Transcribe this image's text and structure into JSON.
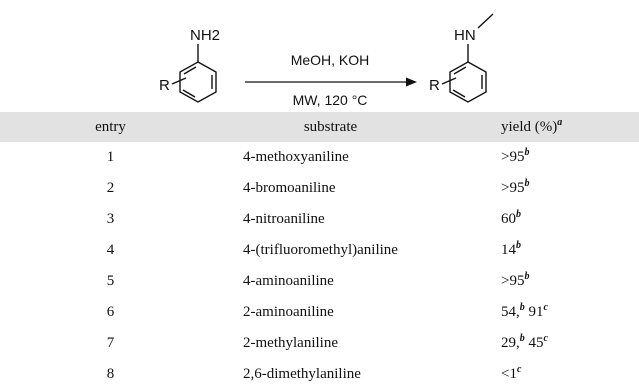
{
  "scheme": {
    "reactant_group": "NH2",
    "reactant_substituent": "R",
    "reagents": "MeOH, KOH",
    "conditions": "MW, 120 °C",
    "product_group": "HN",
    "product_substituent": "R"
  },
  "table": {
    "headers": {
      "entry": "entry",
      "substrate": "substrate",
      "yield": "yield (%)",
      "yield_note": "a"
    },
    "rows": [
      {
        "entry": "1",
        "substrate": "4-methoxyaniline",
        "y1": ">95",
        "n1": "b",
        "y2": "",
        "n2": ""
      },
      {
        "entry": "2",
        "substrate": "4-bromoaniline",
        "y1": ">95",
        "n1": "b",
        "y2": "",
        "n2": ""
      },
      {
        "entry": "3",
        "substrate": "4-nitroaniline",
        "y1": "60",
        "n1": "b",
        "y2": "",
        "n2": ""
      },
      {
        "entry": "4",
        "substrate": "4-(trifluoromethyl)aniline",
        "y1": "14",
        "n1": "b",
        "y2": "",
        "n2": ""
      },
      {
        "entry": "5",
        "substrate": "4-aminoaniline",
        "y1": ">95",
        "n1": "b",
        "y2": "",
        "n2": ""
      },
      {
        "entry": "6",
        "substrate": "2-aminoaniline",
        "y1": "54,",
        "n1": "b",
        "y2": "91",
        "n2": "c"
      },
      {
        "entry": "7",
        "substrate": "2-methylaniline",
        "y1": "29,",
        "n1": "b",
        "y2": "45",
        "n2": "c"
      },
      {
        "entry": "8",
        "substrate": "2,6-dimethylaniline",
        "y1": "<1",
        "n1": "c",
        "y2": "",
        "n2": ""
      }
    ]
  }
}
